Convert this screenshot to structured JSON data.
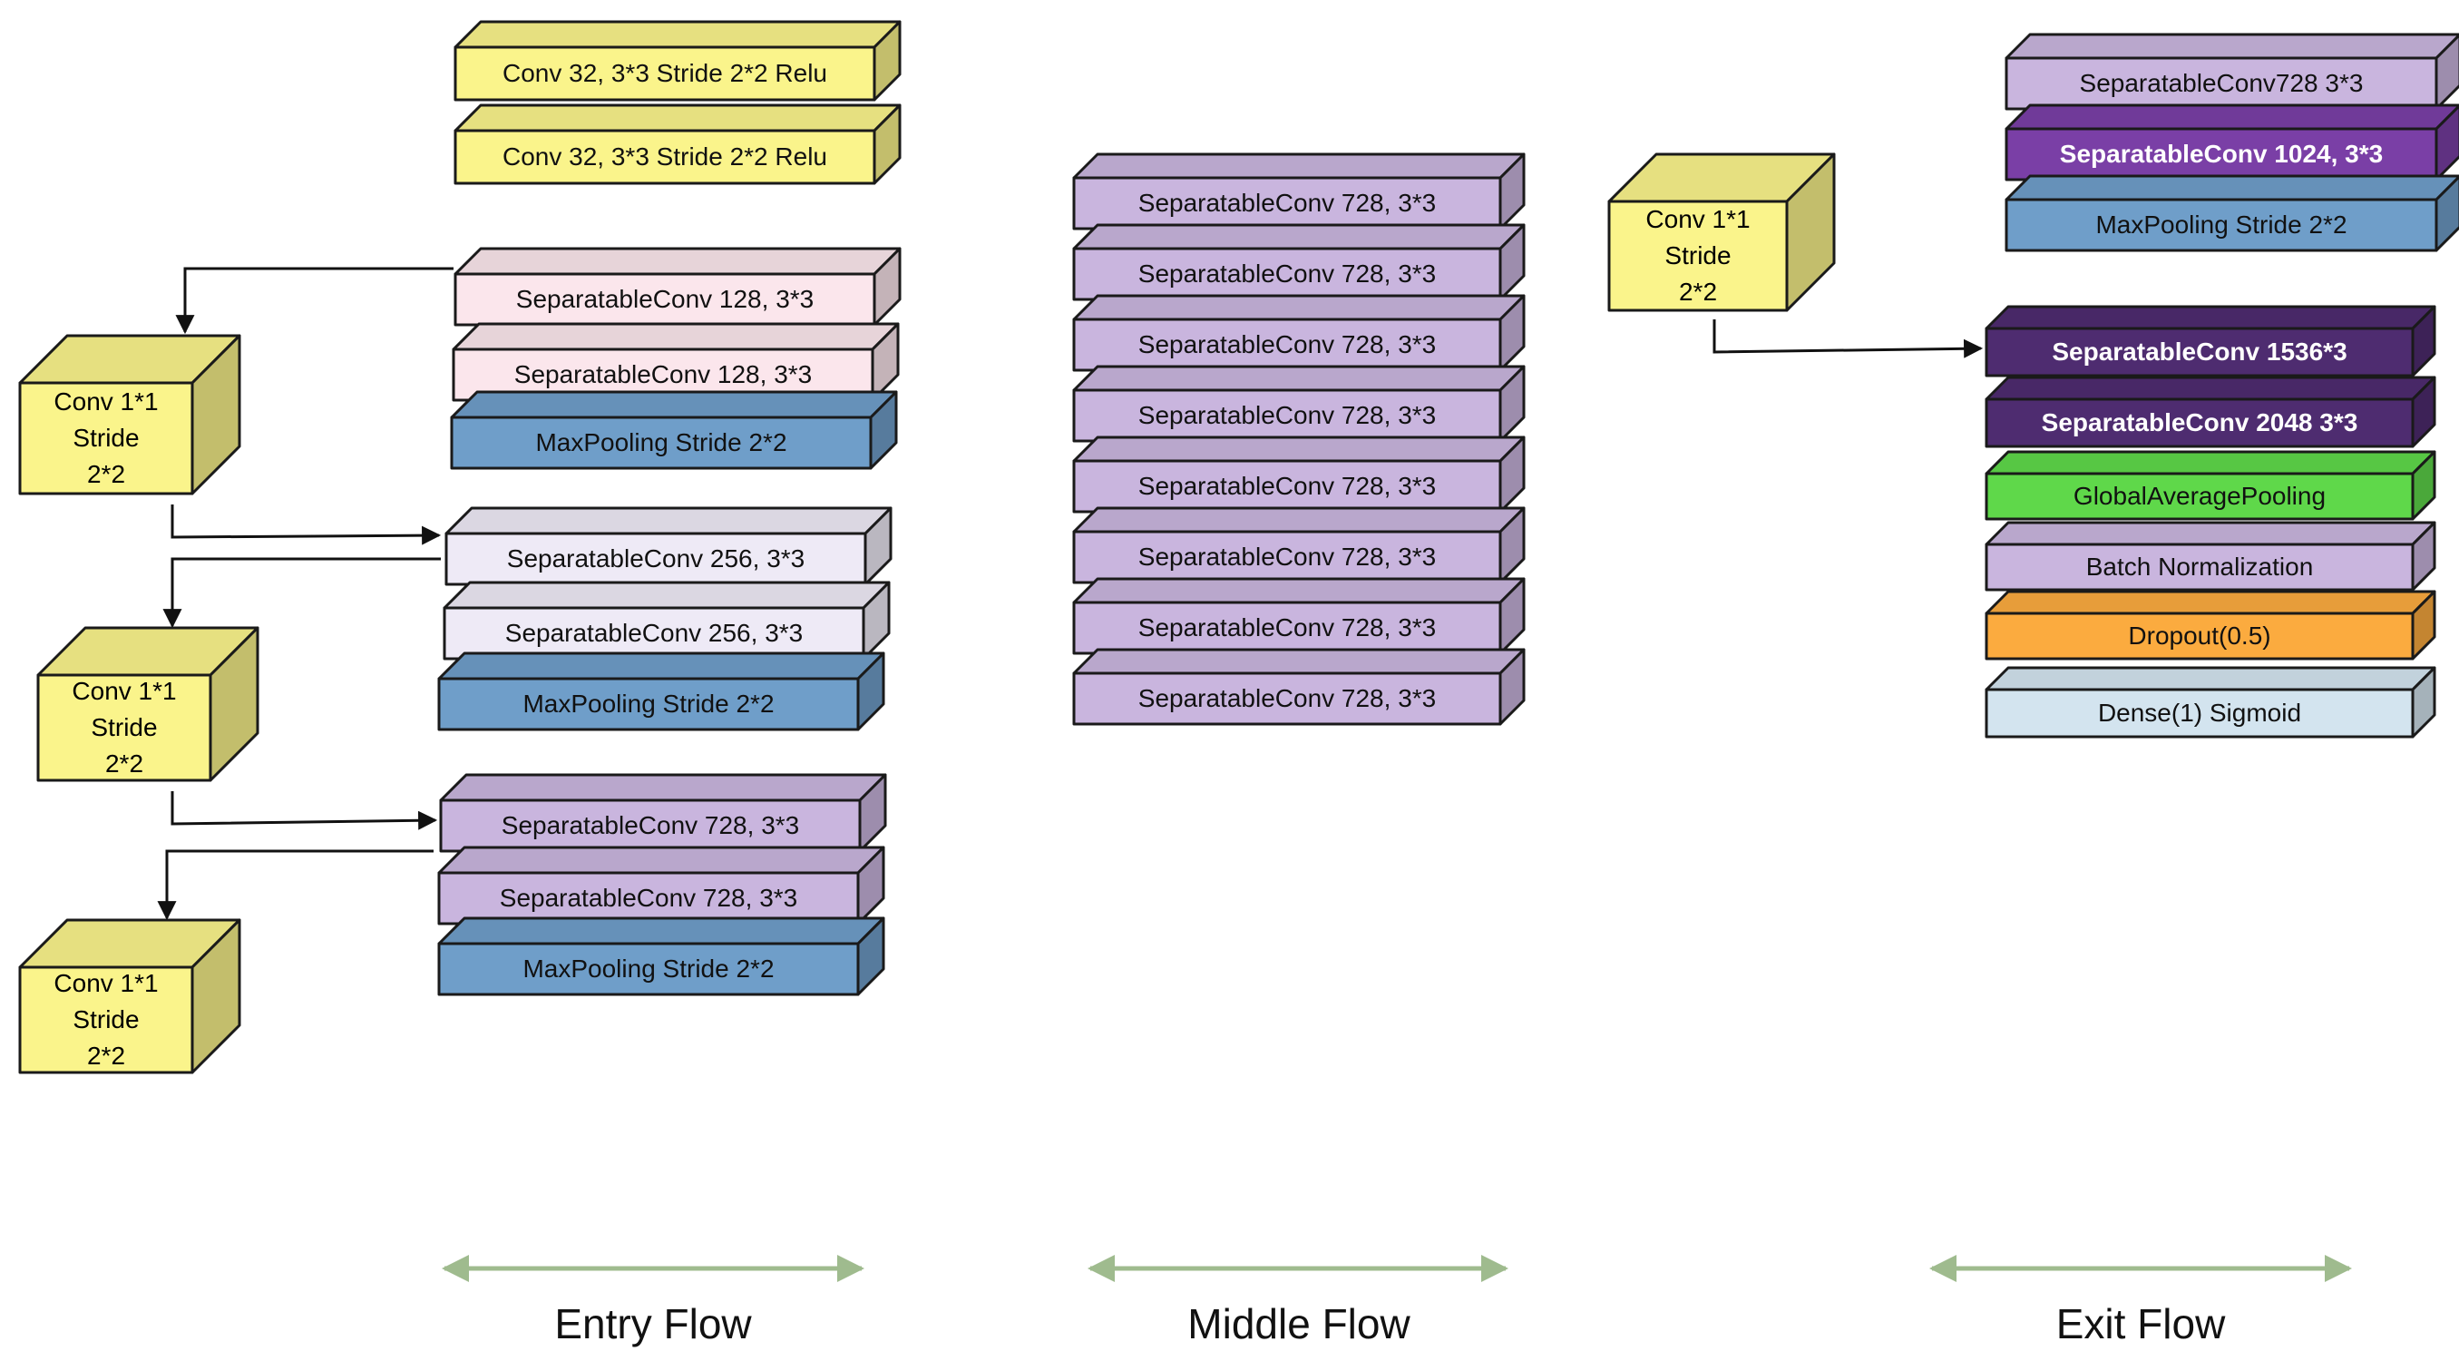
{
  "colors": {
    "yellow": "#faf48b",
    "pink": "#fbe6ec",
    "lavender_light": "#eeeaf6",
    "lavender": "#c9b5de",
    "purple": "#7a3fa6",
    "dark_purple": "#4e2c70",
    "blue": "#6f9ec9",
    "green": "#5fd84a",
    "orange": "#fbab3f",
    "light_blue": "#d3e4ef",
    "arrow_green": "#9fbb8e",
    "outline": "#1a1a1a"
  },
  "entry_flow": {
    "label": "Entry Flow",
    "blocks": [
      {
        "text": "Conv 32, 3*3 Stride 2*2 Relu",
        "color": "yellow"
      },
      {
        "text": "Conv 32, 3*3 Stride 2*2 Relu",
        "color": "yellow"
      },
      {
        "text": "SeparatableConv 128, 3*3",
        "color": "pink"
      },
      {
        "text": "SeparatableConv 128, 3*3",
        "color": "pink"
      },
      {
        "text": "MaxPooling Stride 2*2",
        "color": "blue"
      },
      {
        "text": "SeparatableConv 256, 3*3",
        "color": "lavender_light"
      },
      {
        "text": "SeparatableConv 256, 3*3",
        "color": "lavender_light"
      },
      {
        "text": "MaxPooling Stride 2*2",
        "color": "blue"
      },
      {
        "text": "SeparatableConv 728, 3*3",
        "color": "lavender"
      },
      {
        "text": "SeparatableConv 728, 3*3",
        "color": "lavender"
      },
      {
        "text": "MaxPooling Stride 2*2",
        "color": "blue"
      }
    ],
    "shortcuts": [
      {
        "lines": [
          "Conv 1*1",
          "Stride",
          "2*2"
        ]
      },
      {
        "lines": [
          "Conv 1*1",
          "Stride",
          "2*2"
        ]
      },
      {
        "lines": [
          "Conv 1*1",
          "Stride",
          "2*2"
        ]
      }
    ]
  },
  "middle_flow": {
    "label": "Middle Flow",
    "blocks": [
      {
        "text": "SeparatableConv 728, 3*3",
        "color": "lavender"
      },
      {
        "text": "SeparatableConv 728, 3*3",
        "color": "lavender"
      },
      {
        "text": "SeparatableConv 728, 3*3",
        "color": "lavender"
      },
      {
        "text": "SeparatableConv 728, 3*3",
        "color": "lavender"
      },
      {
        "text": "SeparatableConv 728, 3*3",
        "color": "lavender"
      },
      {
        "text": "SeparatableConv 728, 3*3",
        "color": "lavender"
      },
      {
        "text": "SeparatableConv 728, 3*3",
        "color": "lavender"
      },
      {
        "text": "SeparatableConv 728, 3*3",
        "color": "lavender"
      }
    ]
  },
  "exit_flow": {
    "label": "Exit Flow",
    "blocks": [
      {
        "text": "SeparatableConv728 3*3",
        "color": "lavender"
      },
      {
        "text": "SeparatableConv 1024, 3*3",
        "color": "purple"
      },
      {
        "text": "MaxPooling Stride 2*2",
        "color": "blue"
      },
      {
        "text": "SeparatableConv 1536*3",
        "color": "dark_purple"
      },
      {
        "text": "SeparatableConv 2048 3*3",
        "color": "dark_purple"
      },
      {
        "text": "GlobalAveragePooling",
        "color": "green"
      },
      {
        "text": "Batch Normalization",
        "color": "lavender"
      },
      {
        "text": "Dropout(0.5)",
        "color": "orange"
      },
      {
        "text": "Dense(1) Sigmoid",
        "color": "light_blue"
      }
    ],
    "shortcuts": [
      {
        "lines": [
          "Conv 1*1",
          "Stride",
          "2*2"
        ]
      }
    ]
  }
}
